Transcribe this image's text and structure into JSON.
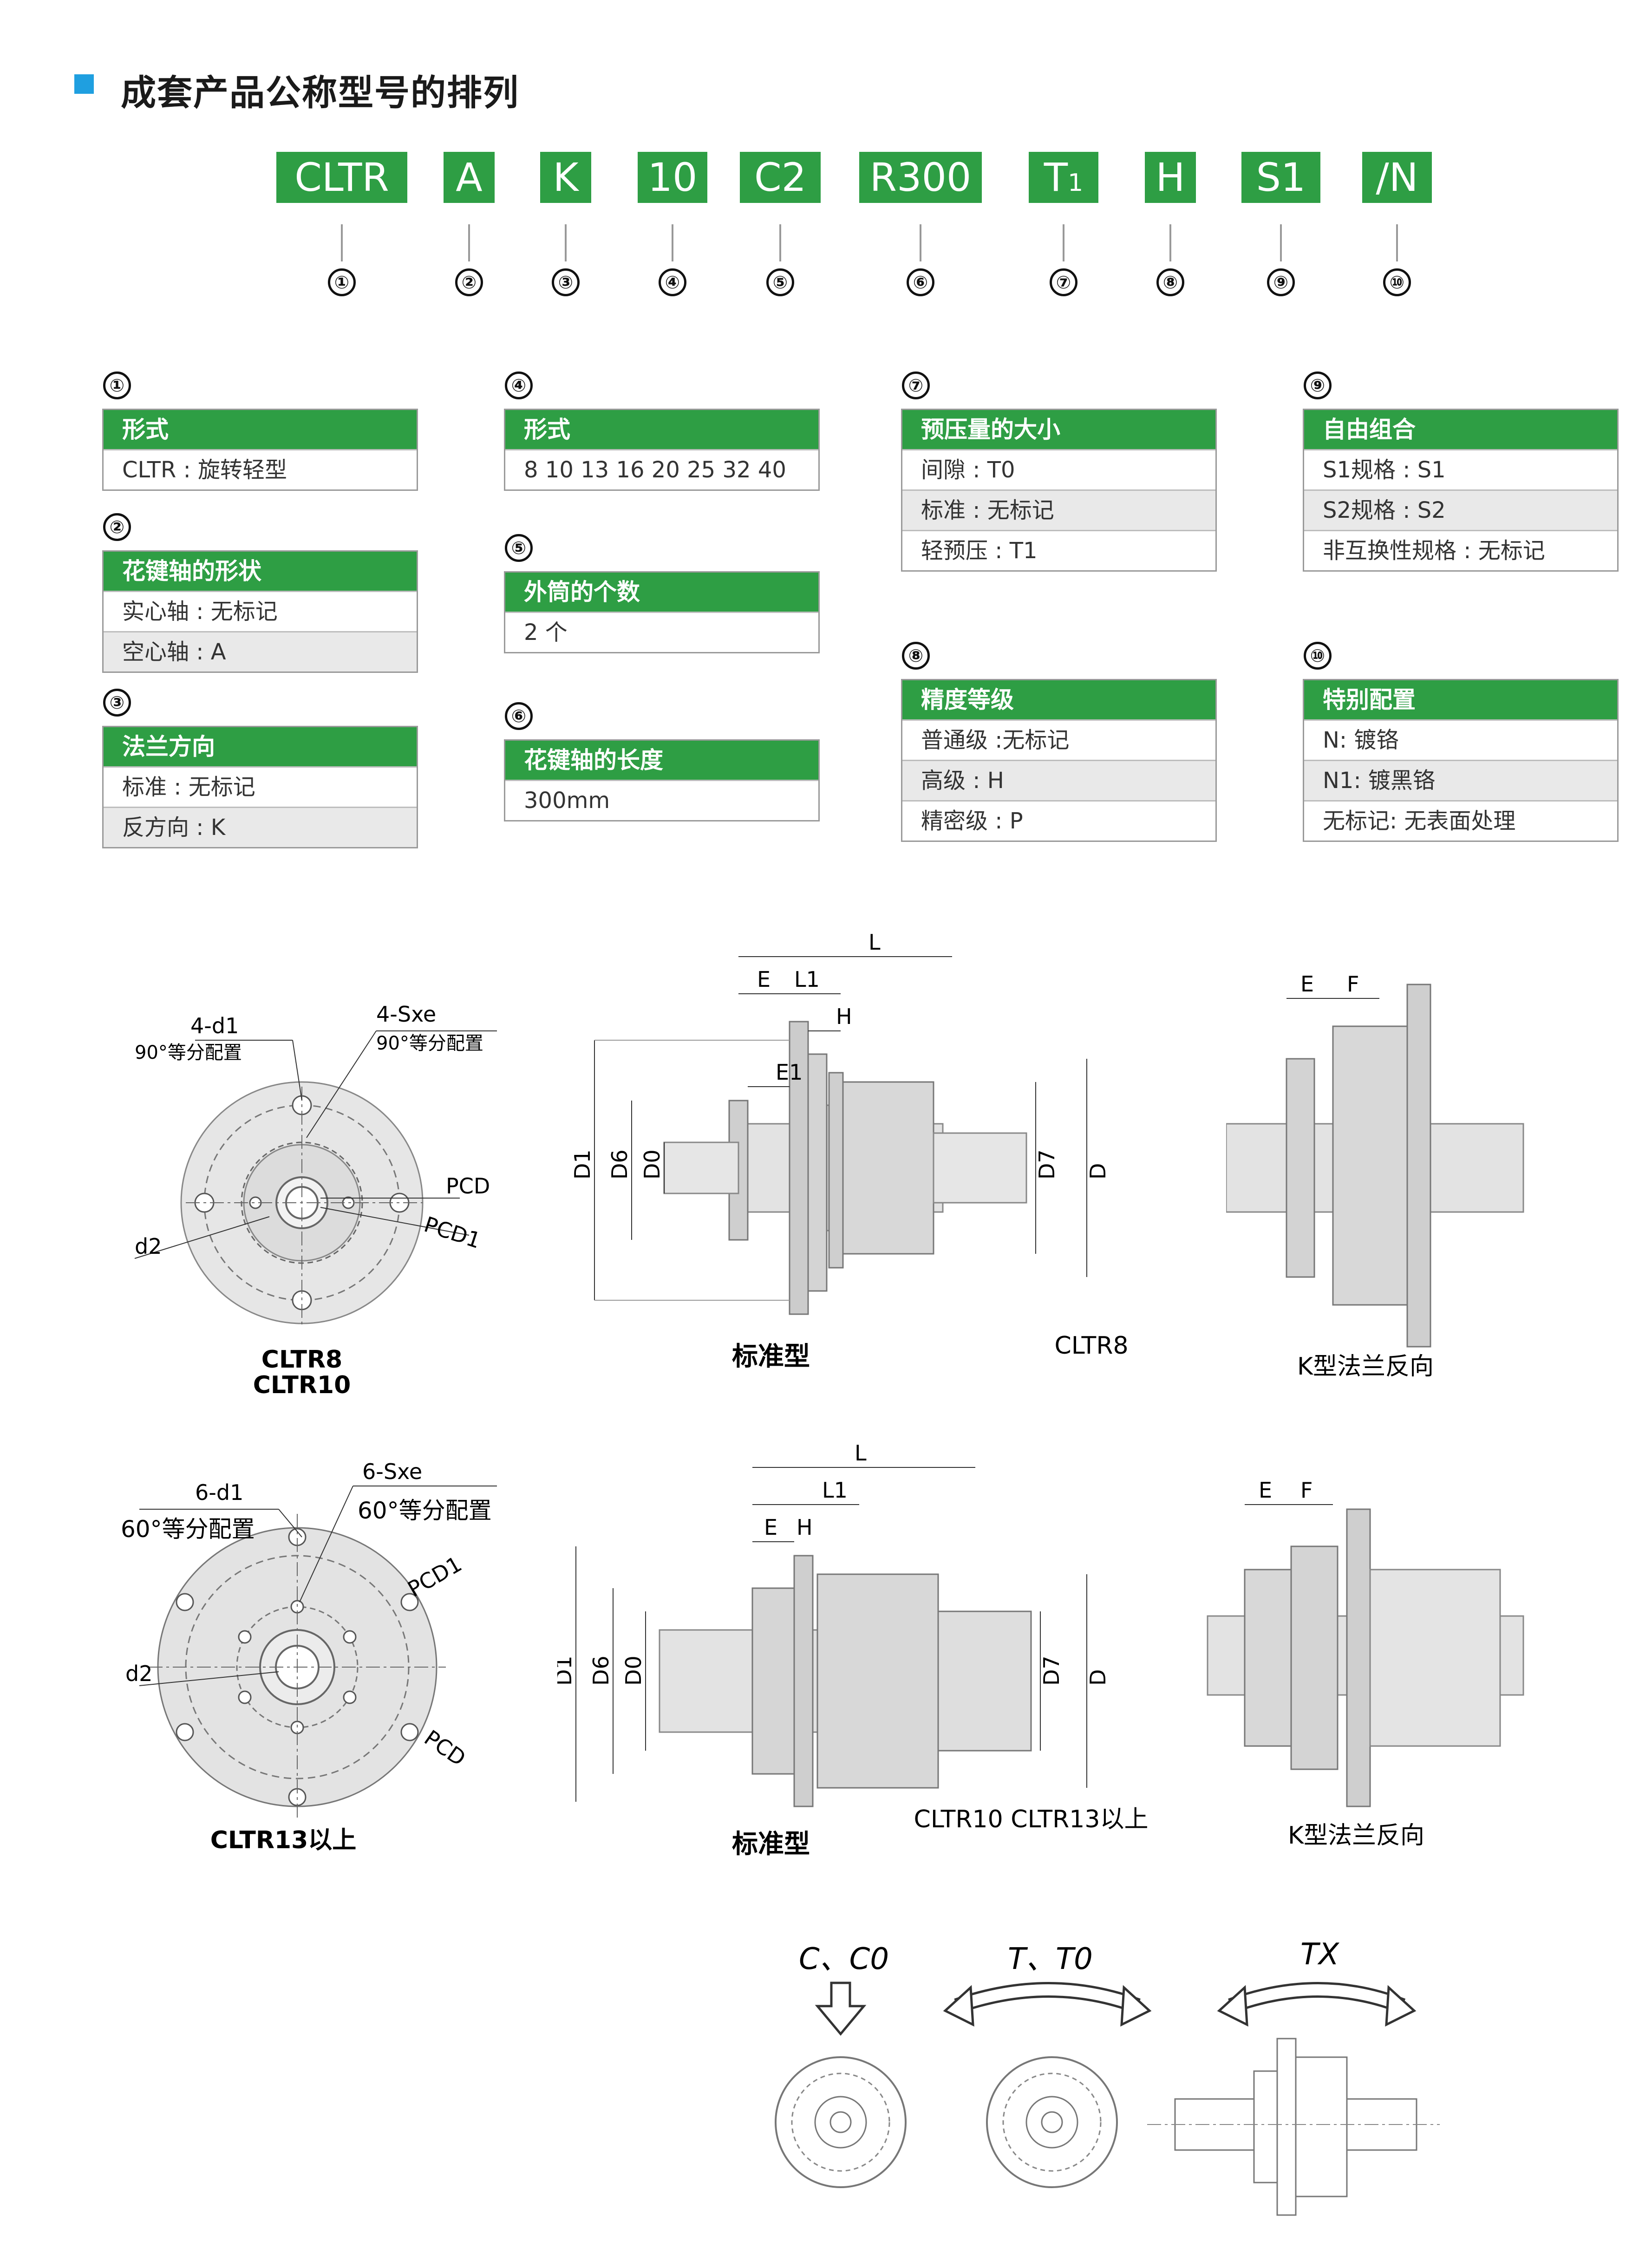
{
  "title": "成套产品公称型号的排列",
  "code": [
    {
      "text": "CLTR",
      "sub": ""
    },
    {
      "text": "A",
      "sub": ""
    },
    {
      "text": "K",
      "sub": ""
    },
    {
      "text": "10",
      "sub": ""
    },
    {
      "text": "C2",
      "sub": ""
    },
    {
      "text": "R300",
      "sub": ""
    },
    {
      "text": "T",
      "sub": "1"
    },
    {
      "text": "H",
      "sub": ""
    },
    {
      "text": "S1",
      "sub": ""
    },
    {
      "text": "/N",
      "sub": ""
    }
  ],
  "markers": [
    "①",
    "②",
    "③",
    "④",
    "⑤",
    "⑥",
    "⑦",
    "⑧",
    "⑨",
    "⑩"
  ],
  "tables": {
    "t1": {
      "num": "①",
      "header": "形式",
      "rows": [
        "CLTR : 旋转轻型"
      ]
    },
    "t2": {
      "num": "②",
      "header": "花键轴的形状",
      "rows": [
        "实心轴 : 无标记",
        "空心轴 : A"
      ]
    },
    "t3": {
      "num": "③",
      "header": "法兰方向",
      "rows": [
        "标准 : 无标记",
        "反方向 : K"
      ]
    },
    "t4": {
      "num": "④",
      "header": "形式",
      "rows": [
        "8 10 13 16 20 25 32 40"
      ]
    },
    "t5": {
      "num": "⑤",
      "header": "外筒的个数",
      "rows": [
        "2 个"
      ]
    },
    "t6": {
      "num": "⑥",
      "header": "花键轴的长度",
      "rows": [
        "300mm"
      ]
    },
    "t7": {
      "num": "⑦",
      "header": "预压量的大小",
      "rows": [
        "间隙 : T0",
        "标准 : 无标记",
        "轻预压 : T1"
      ]
    },
    "t8": {
      "num": "⑧",
      "header": "精度等级",
      "rows": [
        "普通级 :无标记",
        "高级 : H",
        "精密级 : P"
      ]
    },
    "t9": {
      "num": "⑨",
      "header": "自由组合",
      "rows": [
        "S1规格 : S1",
        "S2规格 : S2",
        "非互换性规格 : 无标记"
      ]
    },
    "t10": {
      "num": "⑩",
      "header": "特别配置",
      "rows": [
        "N:  镀铬",
        "N1:  镀黑铬",
        "无标记:  无表面处理"
      ]
    }
  },
  "drawings": {
    "front1": {
      "hole_label": "4-d1",
      "hole_note": "90°等分配置",
      "screw_label": "4-Sxe",
      "screw_note": "90°等分配置",
      "pcd": "PCD",
      "pcd1": "PCD1",
      "d2": "d2",
      "cap1": "CLTR8",
      "cap2": "CLTR10"
    },
    "side1": {
      "L": "L",
      "E": "E",
      "L1": "L1",
      "H": "H",
      "E1": "E1",
      "D1": "D1",
      "D6": "D6",
      "D0": "D0",
      "D7": "D7",
      "D": "D",
      "caption": "标准型",
      "model": "CLTR8"
    },
    "k1": {
      "E": "E",
      "F": "F",
      "caption": "K型法兰反向"
    },
    "front2": {
      "hole_label": "6-d1",
      "hole_note": "60°等分配置",
      "screw_label": "6-Sxe",
      "screw_note": "60°等分配置",
      "pcd": "PCD",
      "pcd1": "PCD1",
      "d2": "d2",
      "cap1": "CLTR13以上"
    },
    "side2": {
      "L": "L",
      "E": "E",
      "L1": "L1",
      "H": "H",
      "D1": "D1",
      "D6": "D6",
      "D0": "D0",
      "D7": "D7",
      "D": "D",
      "caption": "标准型",
      "model": "CLTR10  CLTR13以上"
    },
    "k2": {
      "E": "E",
      "F": "F",
      "caption": "K型法兰反向"
    }
  },
  "loads": {
    "c": "C、C0",
    "t": "T、T0",
    "tx": "TX"
  },
  "colors": {
    "green": "#2e9e44",
    "blue": "#1f9fe0"
  }
}
